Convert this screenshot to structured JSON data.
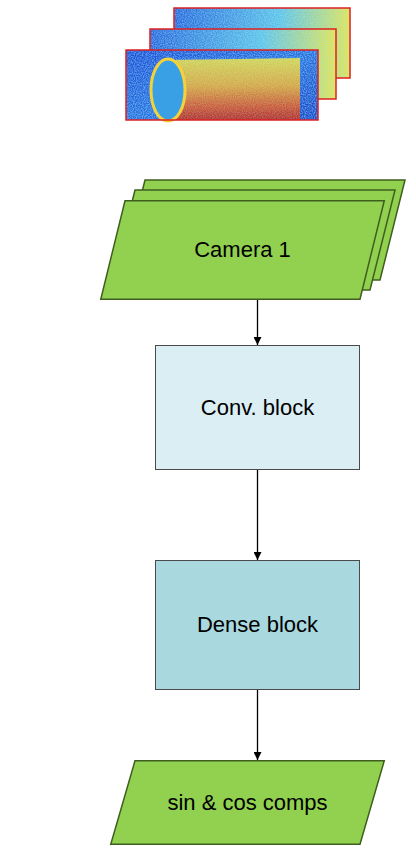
{
  "diagram": {
    "nodes": [
      {
        "text": [
          "Camera 1"
        ]
      },
      {
        "text": [
          "Conv. block"
        ]
      },
      {
        "text": [
          "Dense block"
        ]
      },
      {
        "text": [
          "sin & cos comps"
        ]
      }
    ],
    "edges": [
      {
        "from": 0,
        "to": 1,
        "arrow": "to"
      },
      {
        "from": 1,
        "to": 2,
        "arrow": "to"
      },
      {
        "from": 2,
        "to": 3,
        "arrow": "to"
      }
    ]
  }
}
